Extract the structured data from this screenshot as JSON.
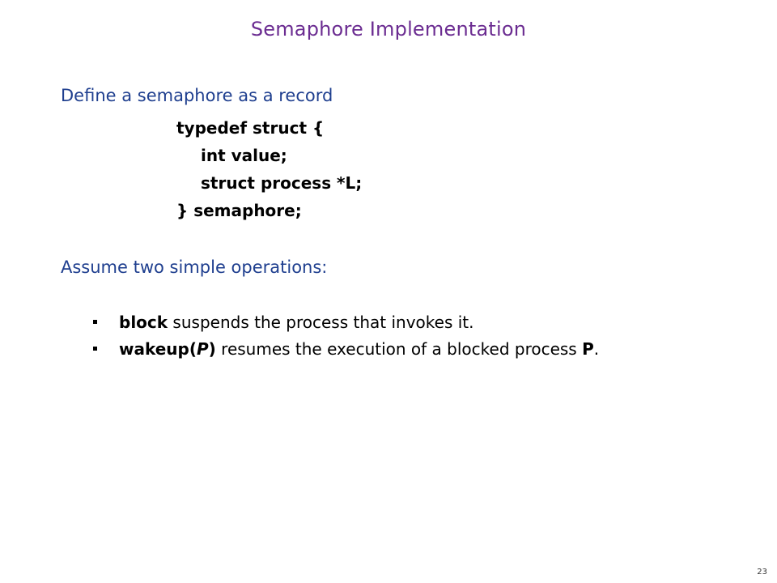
{
  "slide": {
    "title": "Semaphore Implementation",
    "intro1": "Define a semaphore as a record",
    "code": [
      "typedef struct {",
      "int value;",
      "struct process *L;",
      "} semaphore;"
    ],
    "intro2": "Assume two simple operations:",
    "bullets": [
      {
        "term": "block",
        "text": " suspends the process that invokes it."
      },
      {
        "term": "wakeup(",
        "term_italic": "P",
        "term_close": ")",
        "text": " resumes the execution of a blocked process ",
        "end_bold": "P",
        "end": "."
      }
    ],
    "page_number": "23"
  }
}
